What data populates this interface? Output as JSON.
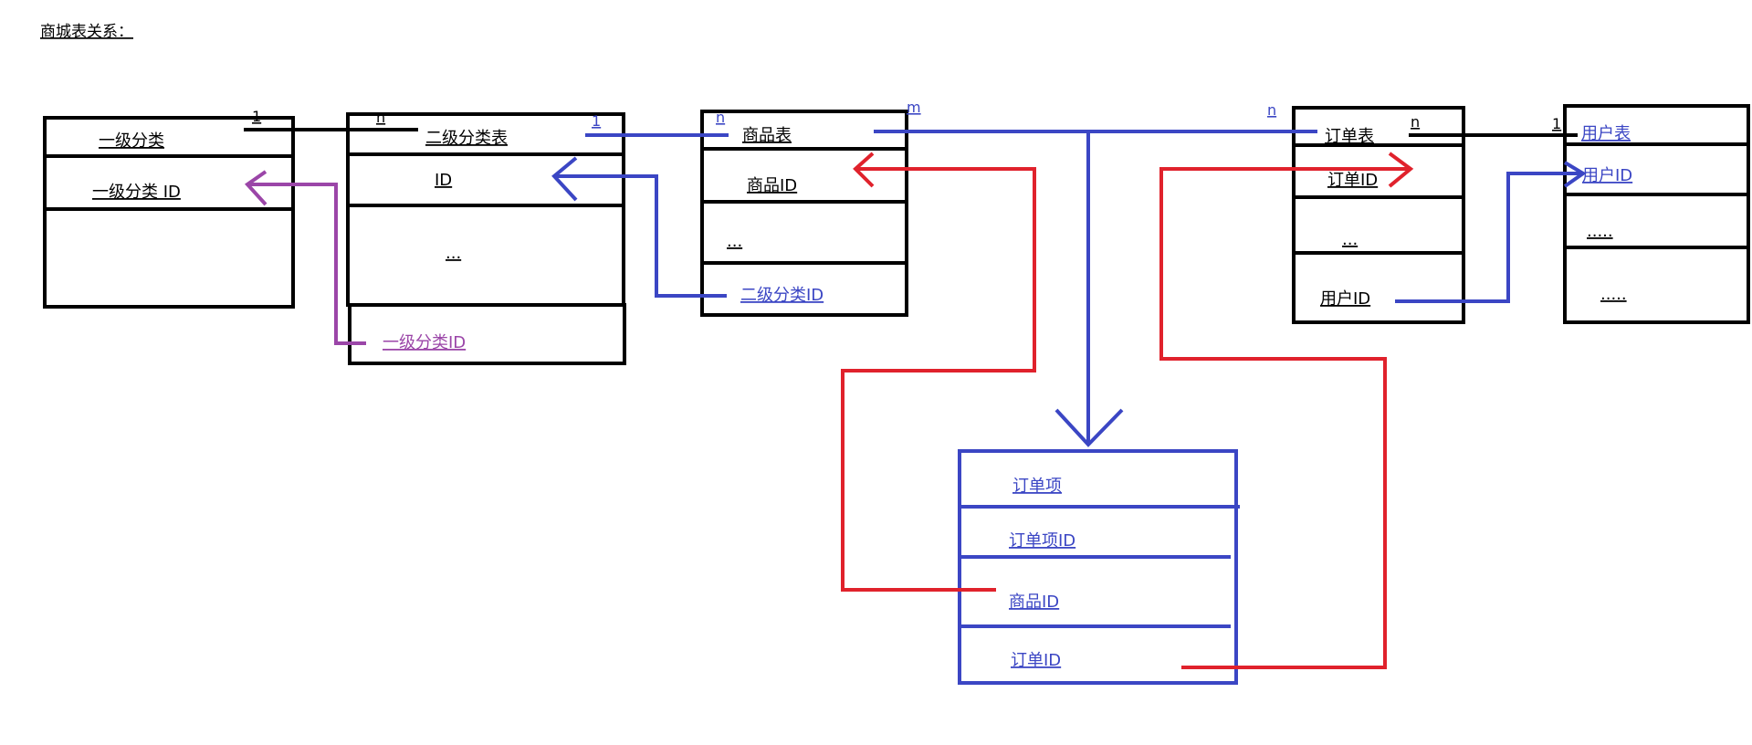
{
  "title": "商城表关系：",
  "colors": {
    "black": "#000000",
    "blue": "#3b46c4",
    "red": "#e0222c",
    "purple": "#9b46a8"
  },
  "tables": {
    "category1": {
      "header": "一级分类",
      "field_id": "一级分类 ID"
    },
    "category2": {
      "header": "二级分类表",
      "field_id": "ID",
      "field_more": "...",
      "field_fk": "一级分类ID"
    },
    "product": {
      "header": "商品表",
      "field_id": "商品ID",
      "field_more": "...",
      "field_fk": "二级分类ID"
    },
    "order": {
      "header": "订单表",
      "field_id": "订单ID",
      "field_more": "...",
      "field_fk": "用户ID"
    },
    "user": {
      "header": "用户表",
      "field_id": "用户ID",
      "field_more1": ".....",
      "field_more2": "....."
    },
    "order_item": {
      "header": "订单项",
      "field_id": "订单项ID",
      "field_product": "商品ID",
      "field_order": "订单ID"
    }
  },
  "cardinality": {
    "cat1_cat2_one": "1",
    "cat1_cat2_many": "n",
    "cat2_product_one": "1",
    "cat2_product_many": "n",
    "product_order_m": "m",
    "product_order_n": "n",
    "order_user_many": "n",
    "order_user_one": "1"
  }
}
